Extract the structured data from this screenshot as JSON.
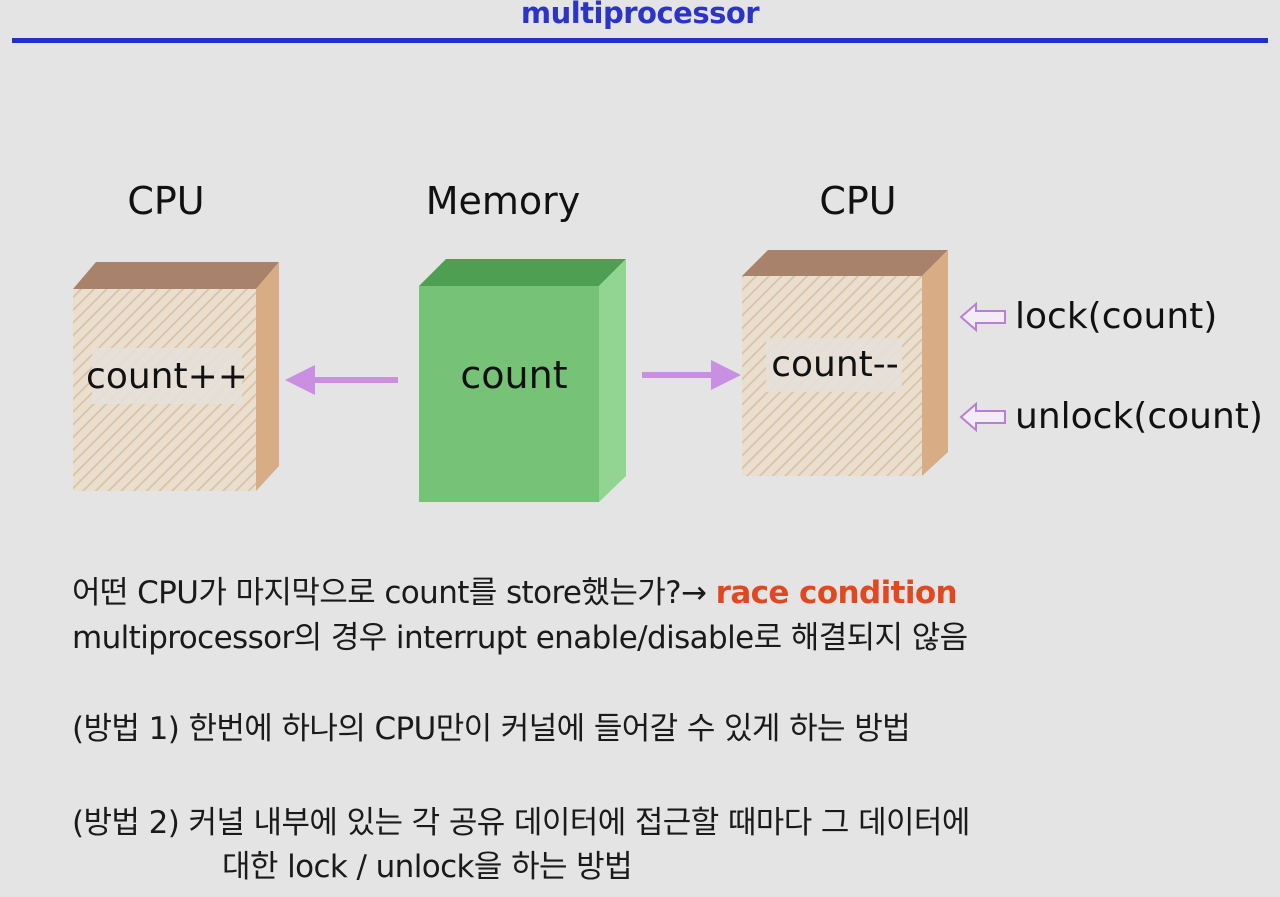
{
  "title": "multiprocessor",
  "diagram": {
    "left_cpu": {
      "label": "CPU",
      "code": "count++"
    },
    "memory": {
      "label": "Memory",
      "code": "count"
    },
    "right_cpu": {
      "label": "CPU",
      "code": "count--"
    },
    "annotations": [
      "lock(count)",
      "unlock(count)"
    ],
    "colors": {
      "cpu_face": "#eadfcf",
      "cpu_hatch": "#d9c2a6",
      "cpu_top": "#a8826a",
      "cpu_side": "#d8ad86",
      "memory_front": "#76c277",
      "memory_top": "#4f9f52",
      "memory_side": "#92d592",
      "arrow": "#c98fe0",
      "title_blue": "#2b34c7",
      "race_red": "#e2481f"
    }
  },
  "text": {
    "line1_prefix": "어떤 CPU가 마지막으로 count를 store했는가?→ ",
    "line1_highlight": "race condition",
    "line2": "multiprocessor의 경우 interrupt enable/disable로 해결되지 않음",
    "method1": "(방법 1) 한번에 하나의 CPU만이 커널에 들어갈 수 있게 하는 방법",
    "method2_line1": "(방법 2) 커널 내부에 있는 각 공유 데이터에 접근할 때마다 그 데이터에",
    "method2_line2": "대한 lock / unlock을 하는 방법"
  }
}
